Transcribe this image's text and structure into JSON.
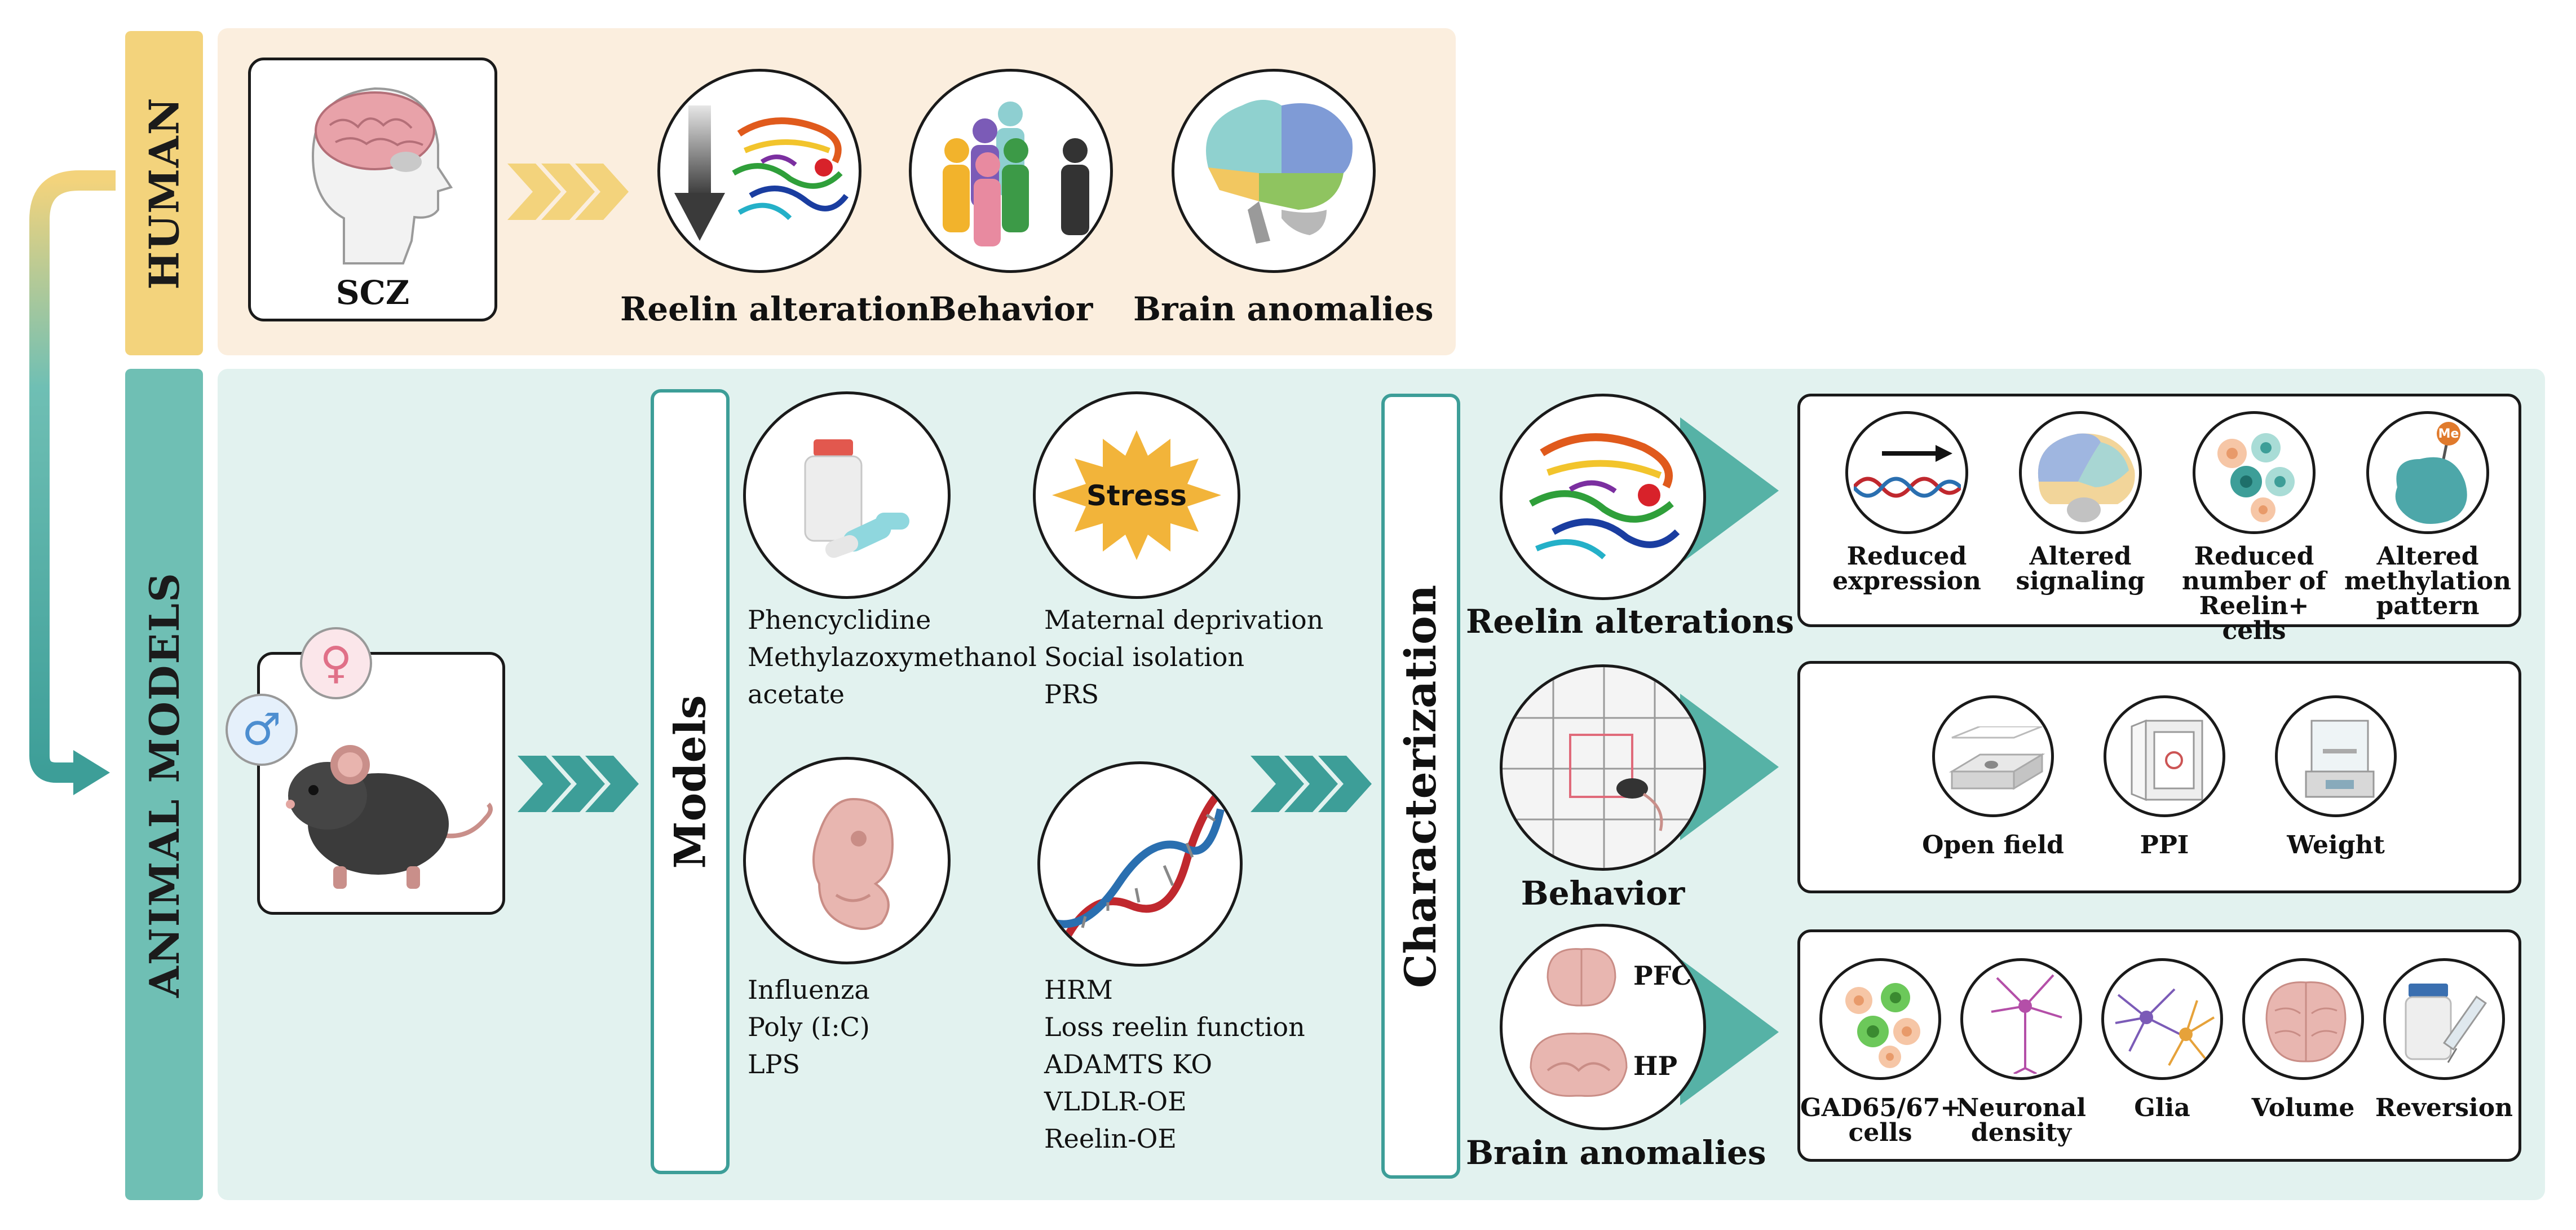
{
  "bands": {
    "human": "HUMAN",
    "animal": "ANIMAL MODELS"
  },
  "human": {
    "scz_label": "SCZ",
    "items": [
      {
        "label": "Reelin alteration",
        "icon": "reelin-protein-icon"
      },
      {
        "label": "Behavior",
        "icon": "people-icon"
      },
      {
        "label": "Brain anomalies",
        "icon": "brain-lobes-icon"
      }
    ]
  },
  "animal": {
    "sex_symbols": {
      "female": "♀",
      "male": "♂"
    },
    "models_title": "Models",
    "characterization_title": "Characterization",
    "model_groups": {
      "drugs": [
        "Phencyclidine",
        "Methylazoxymethanol",
        "acetate"
      ],
      "stress": {
        "badge": "Stress",
        "items": [
          "Maternal deprivation",
          "Social isolation",
          "PRS"
        ]
      },
      "immune": [
        "Influenza",
        "Poly (I:C)",
        "LPS"
      ],
      "genetic": [
        "HRM",
        "Loss reelin function",
        "ADAMTS KO",
        "VLDLR-OE",
        "Reelin-OE"
      ]
    },
    "characterization": {
      "reelin": {
        "label": "Reelin alterations",
        "outcomes": [
          {
            "label": "Reduced\nexpression",
            "icon": "dna-arrow-icon"
          },
          {
            "label": "Altered\nsignaling",
            "icon": "brain-section-icon"
          },
          {
            "label": "Reduced\nnumber of\nReelin+ cells",
            "icon": "cells-icon"
          },
          {
            "label": "Altered\nmethylation\npattern",
            "icon": "methylated-protein-icon",
            "badge": "Me"
          }
        ]
      },
      "behavior": {
        "label": "Behavior",
        "outcomes": [
          {
            "label": "Open field",
            "icon": "open-field-icon"
          },
          {
            "label": "PPI",
            "icon": "ppi-chamber-icon"
          },
          {
            "label": "Weight",
            "icon": "scale-icon"
          }
        ]
      },
      "brain": {
        "label": "Brain anomalies",
        "regions": [
          "PFC",
          "HP"
        ],
        "outcomes": [
          {
            "label": "GAD65/67+\ncells",
            "icon": "gad-cells-icon"
          },
          {
            "label": "Neuronal\ndensity",
            "icon": "neuron-icon"
          },
          {
            "label": "Glia",
            "icon": "glia-icon"
          },
          {
            "label": "Volume",
            "icon": "brain-volume-icon"
          },
          {
            "label": "Reversion",
            "icon": "vial-syringe-icon"
          }
        ]
      }
    }
  },
  "colors": {
    "human_band": "#f3d37c",
    "human_bg": "#fbeede",
    "animal_band": "#6fbfb4",
    "animal_bg": "#e2f2ef",
    "chevron_human": "#f3d37c",
    "chevron_animal": "#3d9e98",
    "teal_border": "#3d9e98"
  }
}
